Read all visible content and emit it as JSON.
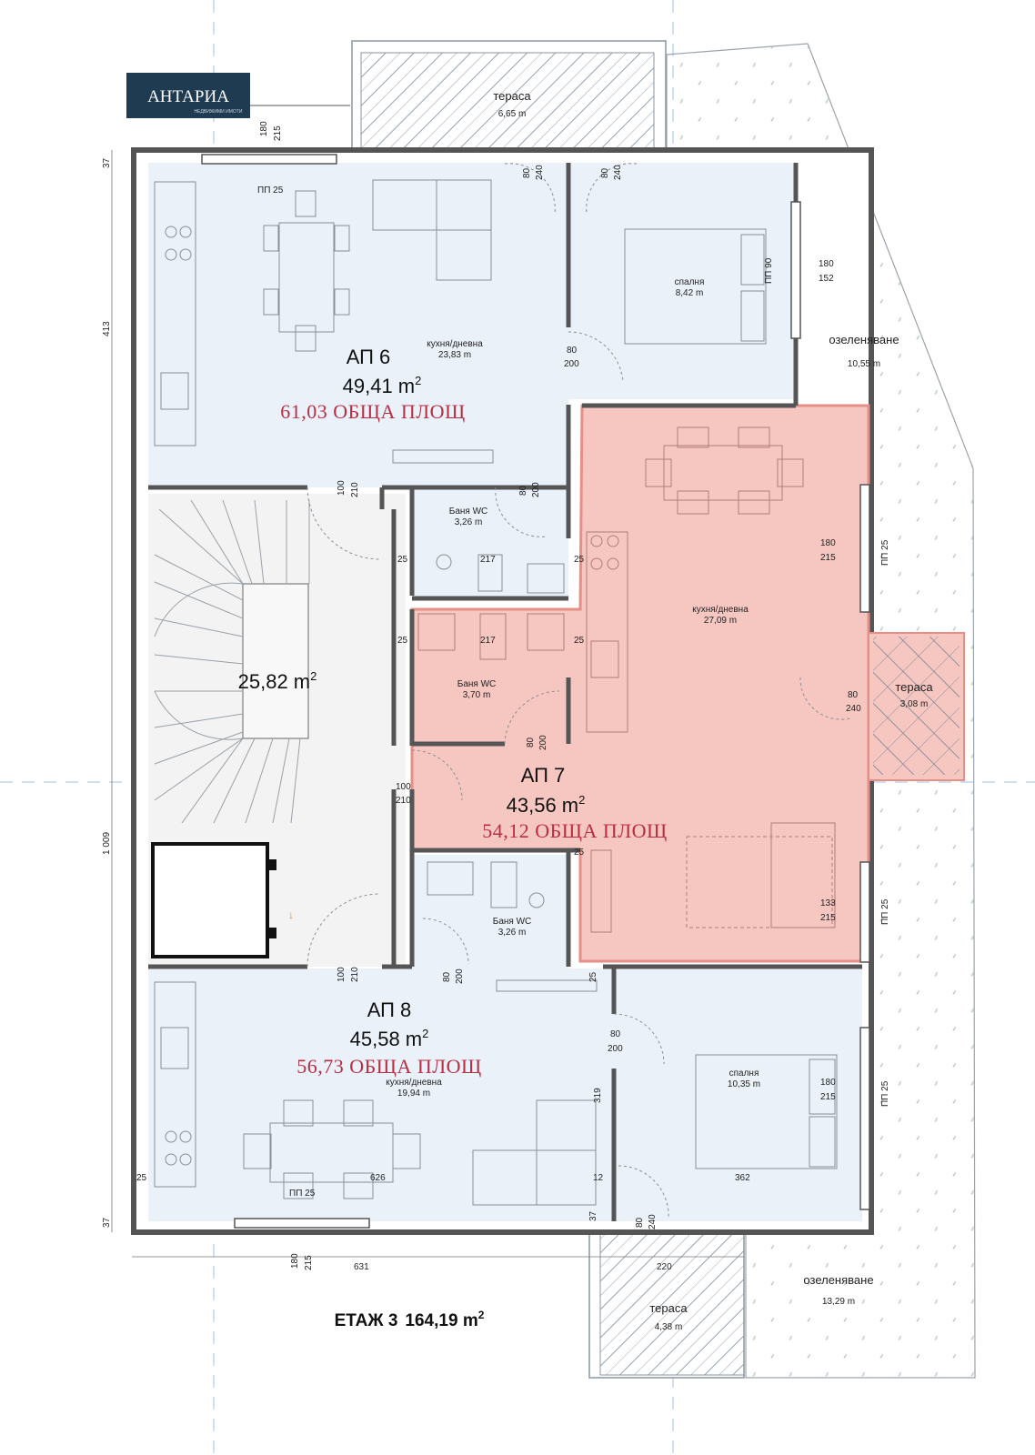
{
  "logo": {
    "name": "АНТАРИА",
    "tagline": "НЕДВИЖИМИ ИМОТИ"
  },
  "floor_title": "ЕТАЖ 3",
  "floor_area": "164,19 m",
  "area_sup": "2",
  "colors": {
    "apt_fill": "#eaf1f9",
    "highlight": "#f6c6c0",
    "highlight_edge": "#e58f87",
    "accent_red": "#b82e43",
    "logo_bg": "#1f3b52"
  },
  "apartments": {
    "ap6": {
      "name": "АП 6",
      "area": "49,41 m",
      "total": "61,03 ОБЩА ПЛОЩ"
    },
    "ap7": {
      "name": "АП 7",
      "area": "43,56 m",
      "total": "54,12 ОБЩА ПЛОЩ"
    },
    "ap8": {
      "name": "АП 8",
      "area": "45,58 m",
      "total": "56,73 ОБЩА ПЛОЩ"
    }
  },
  "stair_area": "25,82 m",
  "rooms": {
    "terrace_top": {
      "label": "тераса",
      "area": "6,65 m"
    },
    "bedroom6": {
      "label": "спалня",
      "area": "8,42 m"
    },
    "green_top": {
      "label": "озеленяване",
      "area": "10,55 m"
    },
    "kitchen6": {
      "label": "кухня/дневна",
      "area": "23,83 m"
    },
    "bath6": {
      "label": "Баня WC",
      "area": "3,26 m"
    },
    "kitchen7": {
      "label": "кухня/дневна",
      "area": "27,09 m"
    },
    "terrace7": {
      "label": "тераса",
      "area": "3,08 m"
    },
    "bath7": {
      "label": "Баня WC",
      "area": "3,70 m"
    },
    "bath8": {
      "label": "Баня WC",
      "area": "3,26 m"
    },
    "kitchen8": {
      "label": "кухня/дневна",
      "area": "19,94 m"
    },
    "bedroom8": {
      "label": "спалня",
      "area": "10,35 m"
    },
    "green_bottom": {
      "label": "озеленяване",
      "area": "13,29 m"
    },
    "terrace_bottom": {
      "label": "тераса",
      "area": "4,38 m"
    }
  },
  "dims": {
    "d180": "180",
    "d215": "215",
    "d37": "37",
    "d413": "413",
    "d1009": "1 009",
    "pp25": "ПП 25",
    "pp90": "ПП 90",
    "d152": "152",
    "d80": "80",
    "d240": "240",
    "d200": "200",
    "d100": "100",
    "d210": "210",
    "d25": "25",
    "d217": "217",
    "d133": "133",
    "d319": "319",
    "d626": "626",
    "d12": "12",
    "d362": "362",
    "d631": "631",
    "d220": "220"
  }
}
